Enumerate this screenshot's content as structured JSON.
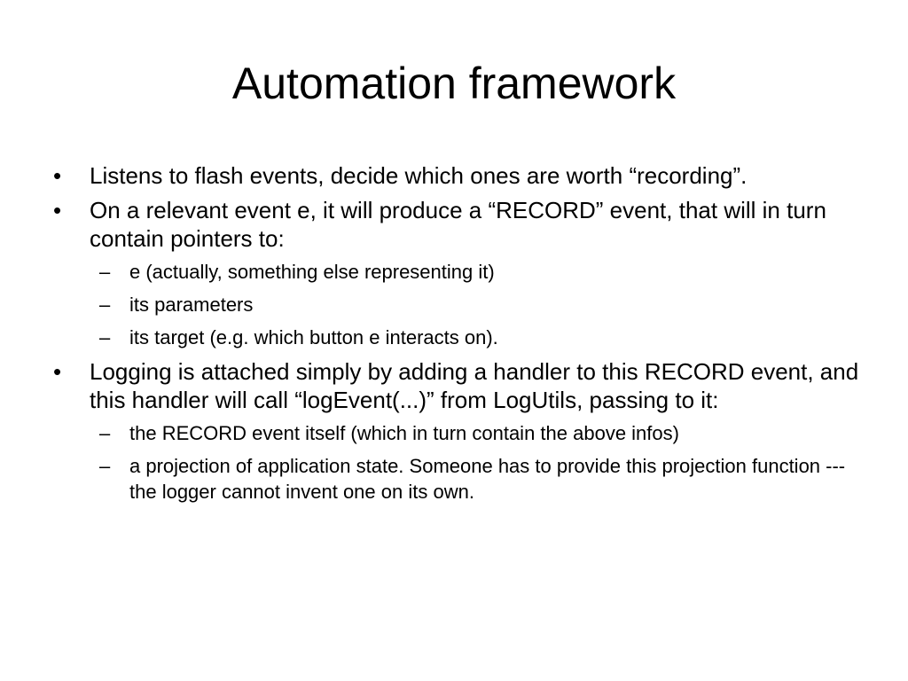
{
  "slide": {
    "title": "Automation framework",
    "bullet_marker": "•",
    "sub_marker": "–",
    "bullets": [
      {
        "text": "Listens to flash events, decide which ones are worth “recording”.",
        "sub": []
      },
      {
        "text": "On a relevant event e, it will produce a “RECORD” event, that will in turn contain pointers to:",
        "sub": [
          "e (actually, something else representing it)",
          "its parameters",
          "its target (e.g. which button e interacts on)."
        ]
      },
      {
        "text": "Logging is attached simply by adding a handler to this RECORD event, and this handler will call “logEvent(...)” from LogUtils, passing to it:",
        "sub": [
          "the RECORD event itself (which in turn contain the above infos)",
          "a projection of application state. Someone has to provide this projection function ---the logger cannot invent one on its own."
        ]
      }
    ]
  }
}
